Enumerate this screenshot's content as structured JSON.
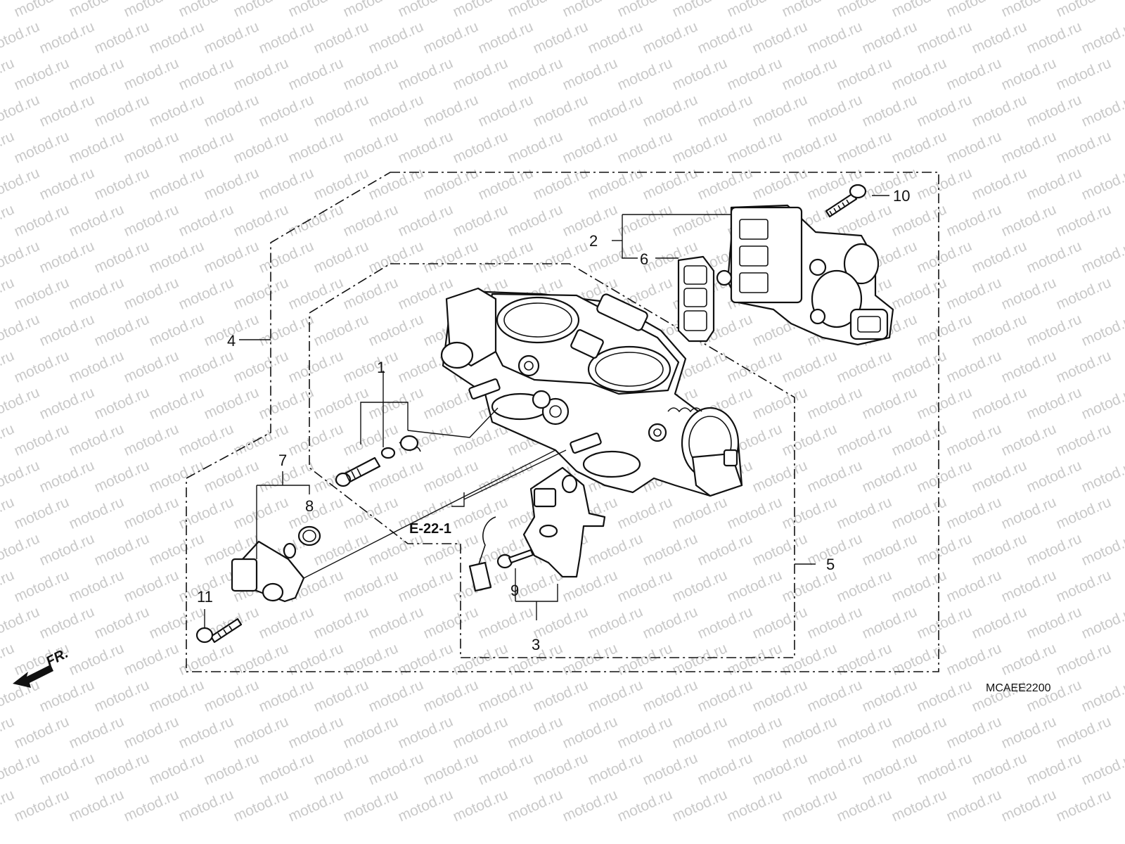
{
  "watermark": "motod.ru",
  "diagram_code": "MCAEE2200",
  "reference": "E-22-1",
  "front_marker": "FR.",
  "callouts": {
    "c1": "1",
    "c2": "2",
    "c3": "3",
    "c4": "4",
    "c5": "5",
    "c6": "6",
    "c7": "7",
    "c8": "8",
    "c9": "9",
    "c10": "10",
    "c11": "11"
  },
  "colors": {
    "line": "#111111",
    "watermark": "#c9c9c9",
    "background": "#ffffff"
  }
}
